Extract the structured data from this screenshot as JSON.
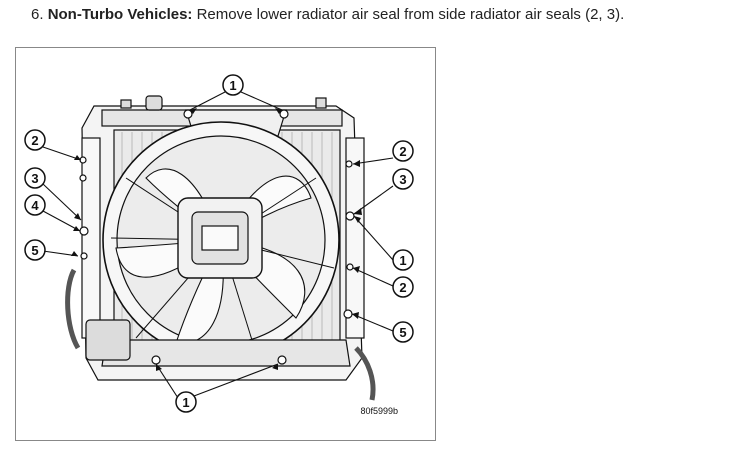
{
  "step": {
    "number": "6.",
    "heading": "Non-Turbo Vehicles:",
    "text": "Remove lower radiator air seal from side radiator air seals (2, 3)."
  },
  "figure": {
    "code": "80f5999b",
    "callouts": {
      "top": "1",
      "left_2": "2",
      "left_3": "3",
      "left_4": "4",
      "left_5": "5",
      "right_2a": "2",
      "right_3": "3",
      "right_1": "1",
      "right_2b": "2",
      "right_5": "5",
      "bottom": "1"
    }
  }
}
